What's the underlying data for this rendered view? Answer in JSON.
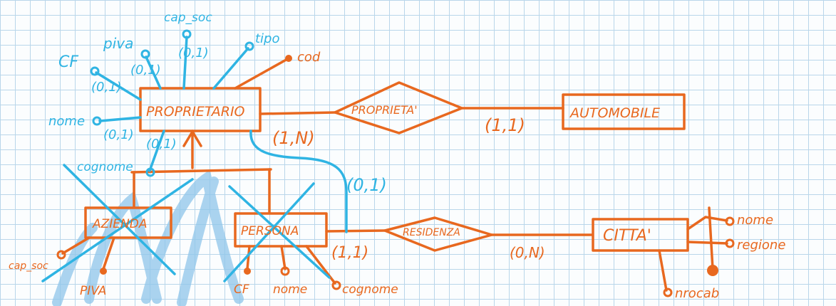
{
  "colors": {
    "orange": "#e8681f",
    "blue": "#2fb4e3",
    "lightblue": "#8fc6ea",
    "grid": "#b9d6ea"
  },
  "entities": {
    "proprietario": "PROPRIETARIO",
    "automobile": "AUTOMOBILE",
    "azienda": "AZIENDA",
    "persona": "PERSONA",
    "citta": "CITTA'"
  },
  "relationships": {
    "proprieta": "PROPRIETA'",
    "residenza": "RESIDENZA"
  },
  "attributes": {
    "cf": "CF",
    "piva": "piva",
    "cap_soc": "cap_soc",
    "tipo": "tipo",
    "cod": "cod",
    "nome": "nome",
    "cognome": "cognome",
    "azienda_cap_soc": "cap_soc",
    "azienda_piva": "PIVA",
    "persona_cf": "CF",
    "persona_nome": "nome",
    "persona_cognome": "cognome",
    "citta_nome": "nome",
    "citta_regione": "regione",
    "citta_nrocab": "nrocab"
  },
  "cardinalities": {
    "cf": "(0,1)",
    "piva": "(0,1)",
    "cap_soc": "(0,1)",
    "nome": "(0,1)",
    "cognome": "(0,1)",
    "proprietario_proprieta": "(1,N)",
    "automobile_proprieta": "(1,1)",
    "proprietario_residenza": "(0,1)",
    "persona_residenza": "(1,1)",
    "citta_residenza": "(0,N)"
  }
}
